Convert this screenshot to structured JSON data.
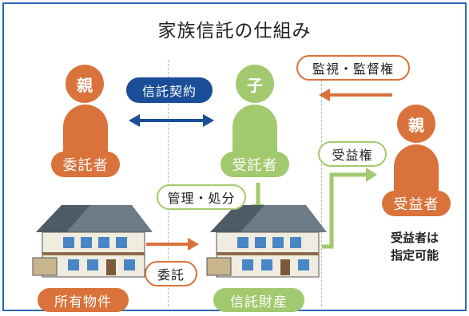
{
  "title": "家族信託の仕組み",
  "people": {
    "parent_left": {
      "head": "親",
      "role": "委託者"
    },
    "child": {
      "head": "子",
      "role": "受託者"
    },
    "parent_right": {
      "head": "親",
      "role": "受益者"
    }
  },
  "labels": {
    "trust_contract": "信託契約",
    "supervision": "監視・監督権",
    "beneficial_right": "受益権",
    "management": "管理・処分",
    "entrust": "委託"
  },
  "assets": {
    "owned": "所有物件",
    "trust": "信託財産"
  },
  "note": [
    "受益者は",
    "指定可能"
  ],
  "colors": {
    "orange": "#d9723b",
    "green": "#a3c96f",
    "navy": "#1a4e99",
    "frame": "#2a6ab8"
  }
}
